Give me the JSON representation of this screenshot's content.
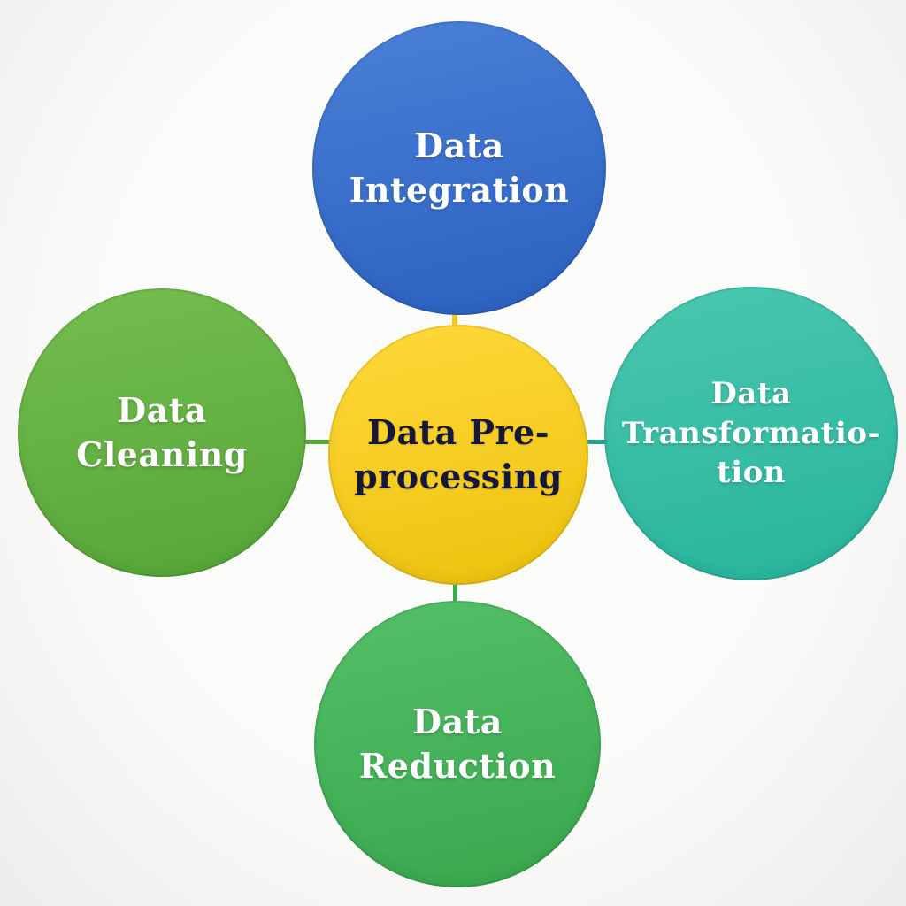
{
  "diagram": {
    "title": "Data Pre-processing diagram",
    "type": "hub-and-spoke",
    "nodes": {
      "center": {
        "label": "Data Pre-processing",
        "lines": [
          "Data Pre-",
          "processing"
        ],
        "color_light": "#ffd93a",
        "color_dark": "#edc20c",
        "text_color": "#17173a"
      },
      "top": {
        "label": "Data Integration",
        "lines": [
          "Data",
          "Integration"
        ],
        "color_light": "#4a80d6",
        "color_dark": "#2b61c0",
        "text_color": "#ffffff"
      },
      "left": {
        "label": "Data Cleaning",
        "lines": [
          "Data",
          "Cleaning"
        ],
        "color_light": "#75bd51",
        "color_dark": "#55a637",
        "text_color": "#ffffff"
      },
      "right": {
        "label": "Data Transformatio-tion",
        "lines": [
          "Data",
          "Transformatio-",
          "tion"
        ],
        "color_light": "#4ac7af",
        "color_dark": "#27b59c",
        "text_color": "#ffffff"
      },
      "bottom": {
        "label": "Data Reduction",
        "lines": [
          "Data",
          "Reduction"
        ],
        "color_light": "#54bf68",
        "color_dark": "#38a84d",
        "text_color": "#ffffff"
      }
    },
    "connectors": {
      "top": {
        "from": "top",
        "to": "center",
        "color": "#f2c71d"
      },
      "left": {
        "from": "left",
        "to": "center",
        "color": "#57a739"
      },
      "right": {
        "from": "right",
        "to": "center",
        "color": "#23a18c"
      },
      "bottom": {
        "from": "bottom",
        "to": "center",
        "color": "#3cab51"
      }
    },
    "background_color": "#f9f9f7"
  }
}
